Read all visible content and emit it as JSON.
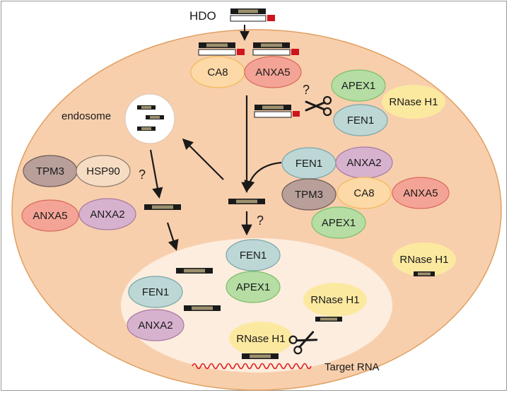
{
  "labels": {
    "hdo": "HDO",
    "endosome": "endosome",
    "target_rna": "Target RNA",
    "question_mark": "?"
  },
  "proteins": {
    "ca8": "CA8",
    "anxa5": "ANXA5",
    "apex1": "APEX1",
    "rnase_h1": "RNase H1",
    "fen1": "FEN1",
    "anxa2": "ANXA2",
    "tpm3": "TPM3",
    "hsp90": "HSP90"
  },
  "colors": {
    "cell_fill": "#f8cfad",
    "cell_border": "#e0a060",
    "nucleus_fill": "#fdeee0",
    "ca8": "#fcd9a6",
    "anxa5": "#f4a496",
    "apex1": "#b5dda4",
    "rnase_h1": "#fce9a0",
    "fen1": "#bcd7d6",
    "anxa2": "#d7b2cf",
    "tpm3": "#b89f9a",
    "hsp90": "#f7dcc4",
    "oligo_dark": "#1a1a1a",
    "oligo_core": "#9c8f6d",
    "oligo_red": "#d0141e",
    "rna_red": "#e02020"
  },
  "icons": [
    "scissors-icon",
    "arrow-icon"
  ]
}
